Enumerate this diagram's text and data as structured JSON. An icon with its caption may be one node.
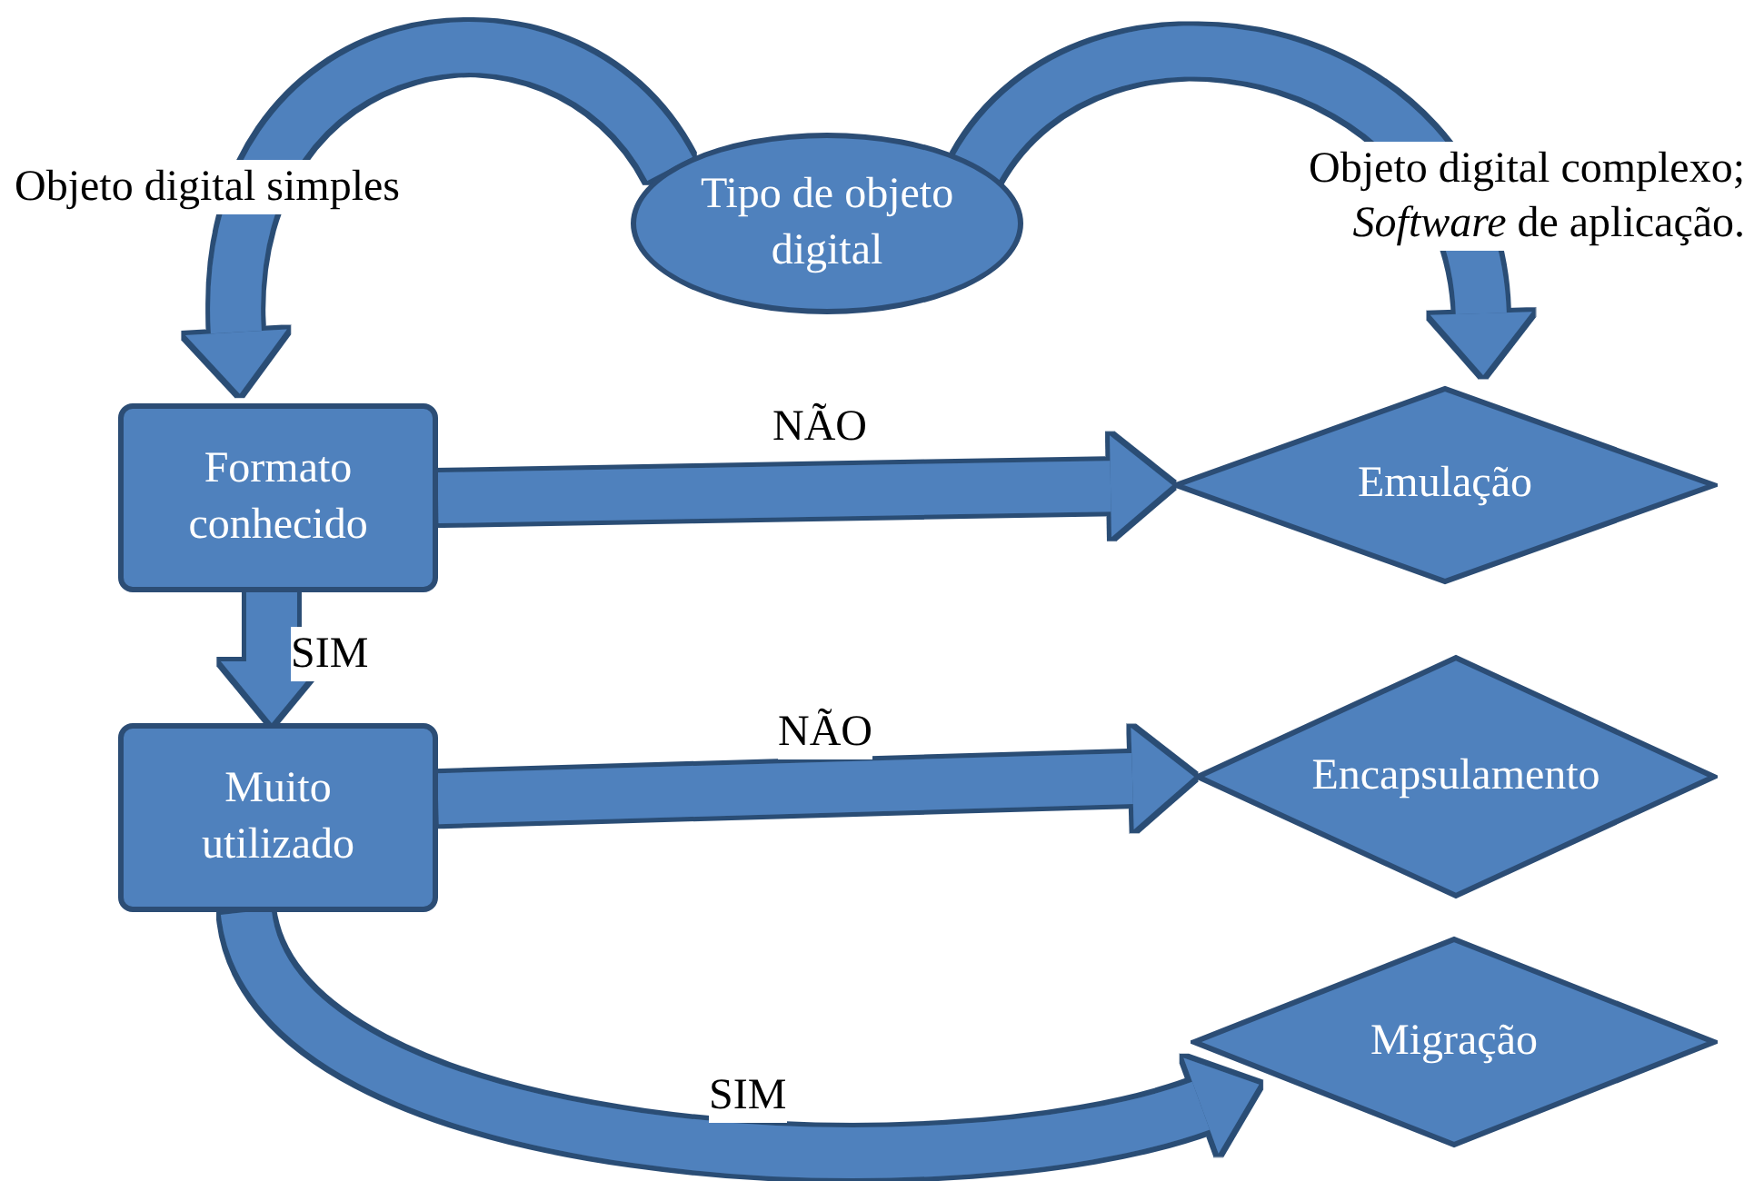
{
  "diagram": {
    "nodes": [
      {
        "text": [
          "Tipo de objeto digital"
        ]
      },
      {
        "text": [
          "Formato conhecido"
        ]
      },
      {
        "text": [
          "Emulação"
        ]
      },
      {
        "text": [
          "Muito utilizado"
        ]
      },
      {
        "text": [
          "Encapsulamento"
        ]
      },
      {
        "text": [
          "Migração"
        ]
      }
    ],
    "edges": [
      {
        "from": 0,
        "to": 1,
        "arrow": "to",
        "label": "Objeto digital simples"
      },
      {
        "from": 0,
        "to": 2,
        "arrow": "to",
        "label": "Objeto digital complexo; *Software* de aplicação."
      },
      {
        "from": 1,
        "to": 2,
        "arrow": "to",
        "label": "NÃO"
      },
      {
        "from": 1,
        "to": 3,
        "arrow": "to",
        "label": "SIM"
      },
      {
        "from": 3,
        "to": 4,
        "arrow": "to",
        "label": "NÃO"
      },
      {
        "from": 3,
        "to": 5,
        "arrow": "to",
        "label": "SIM"
      }
    ]
  }
}
